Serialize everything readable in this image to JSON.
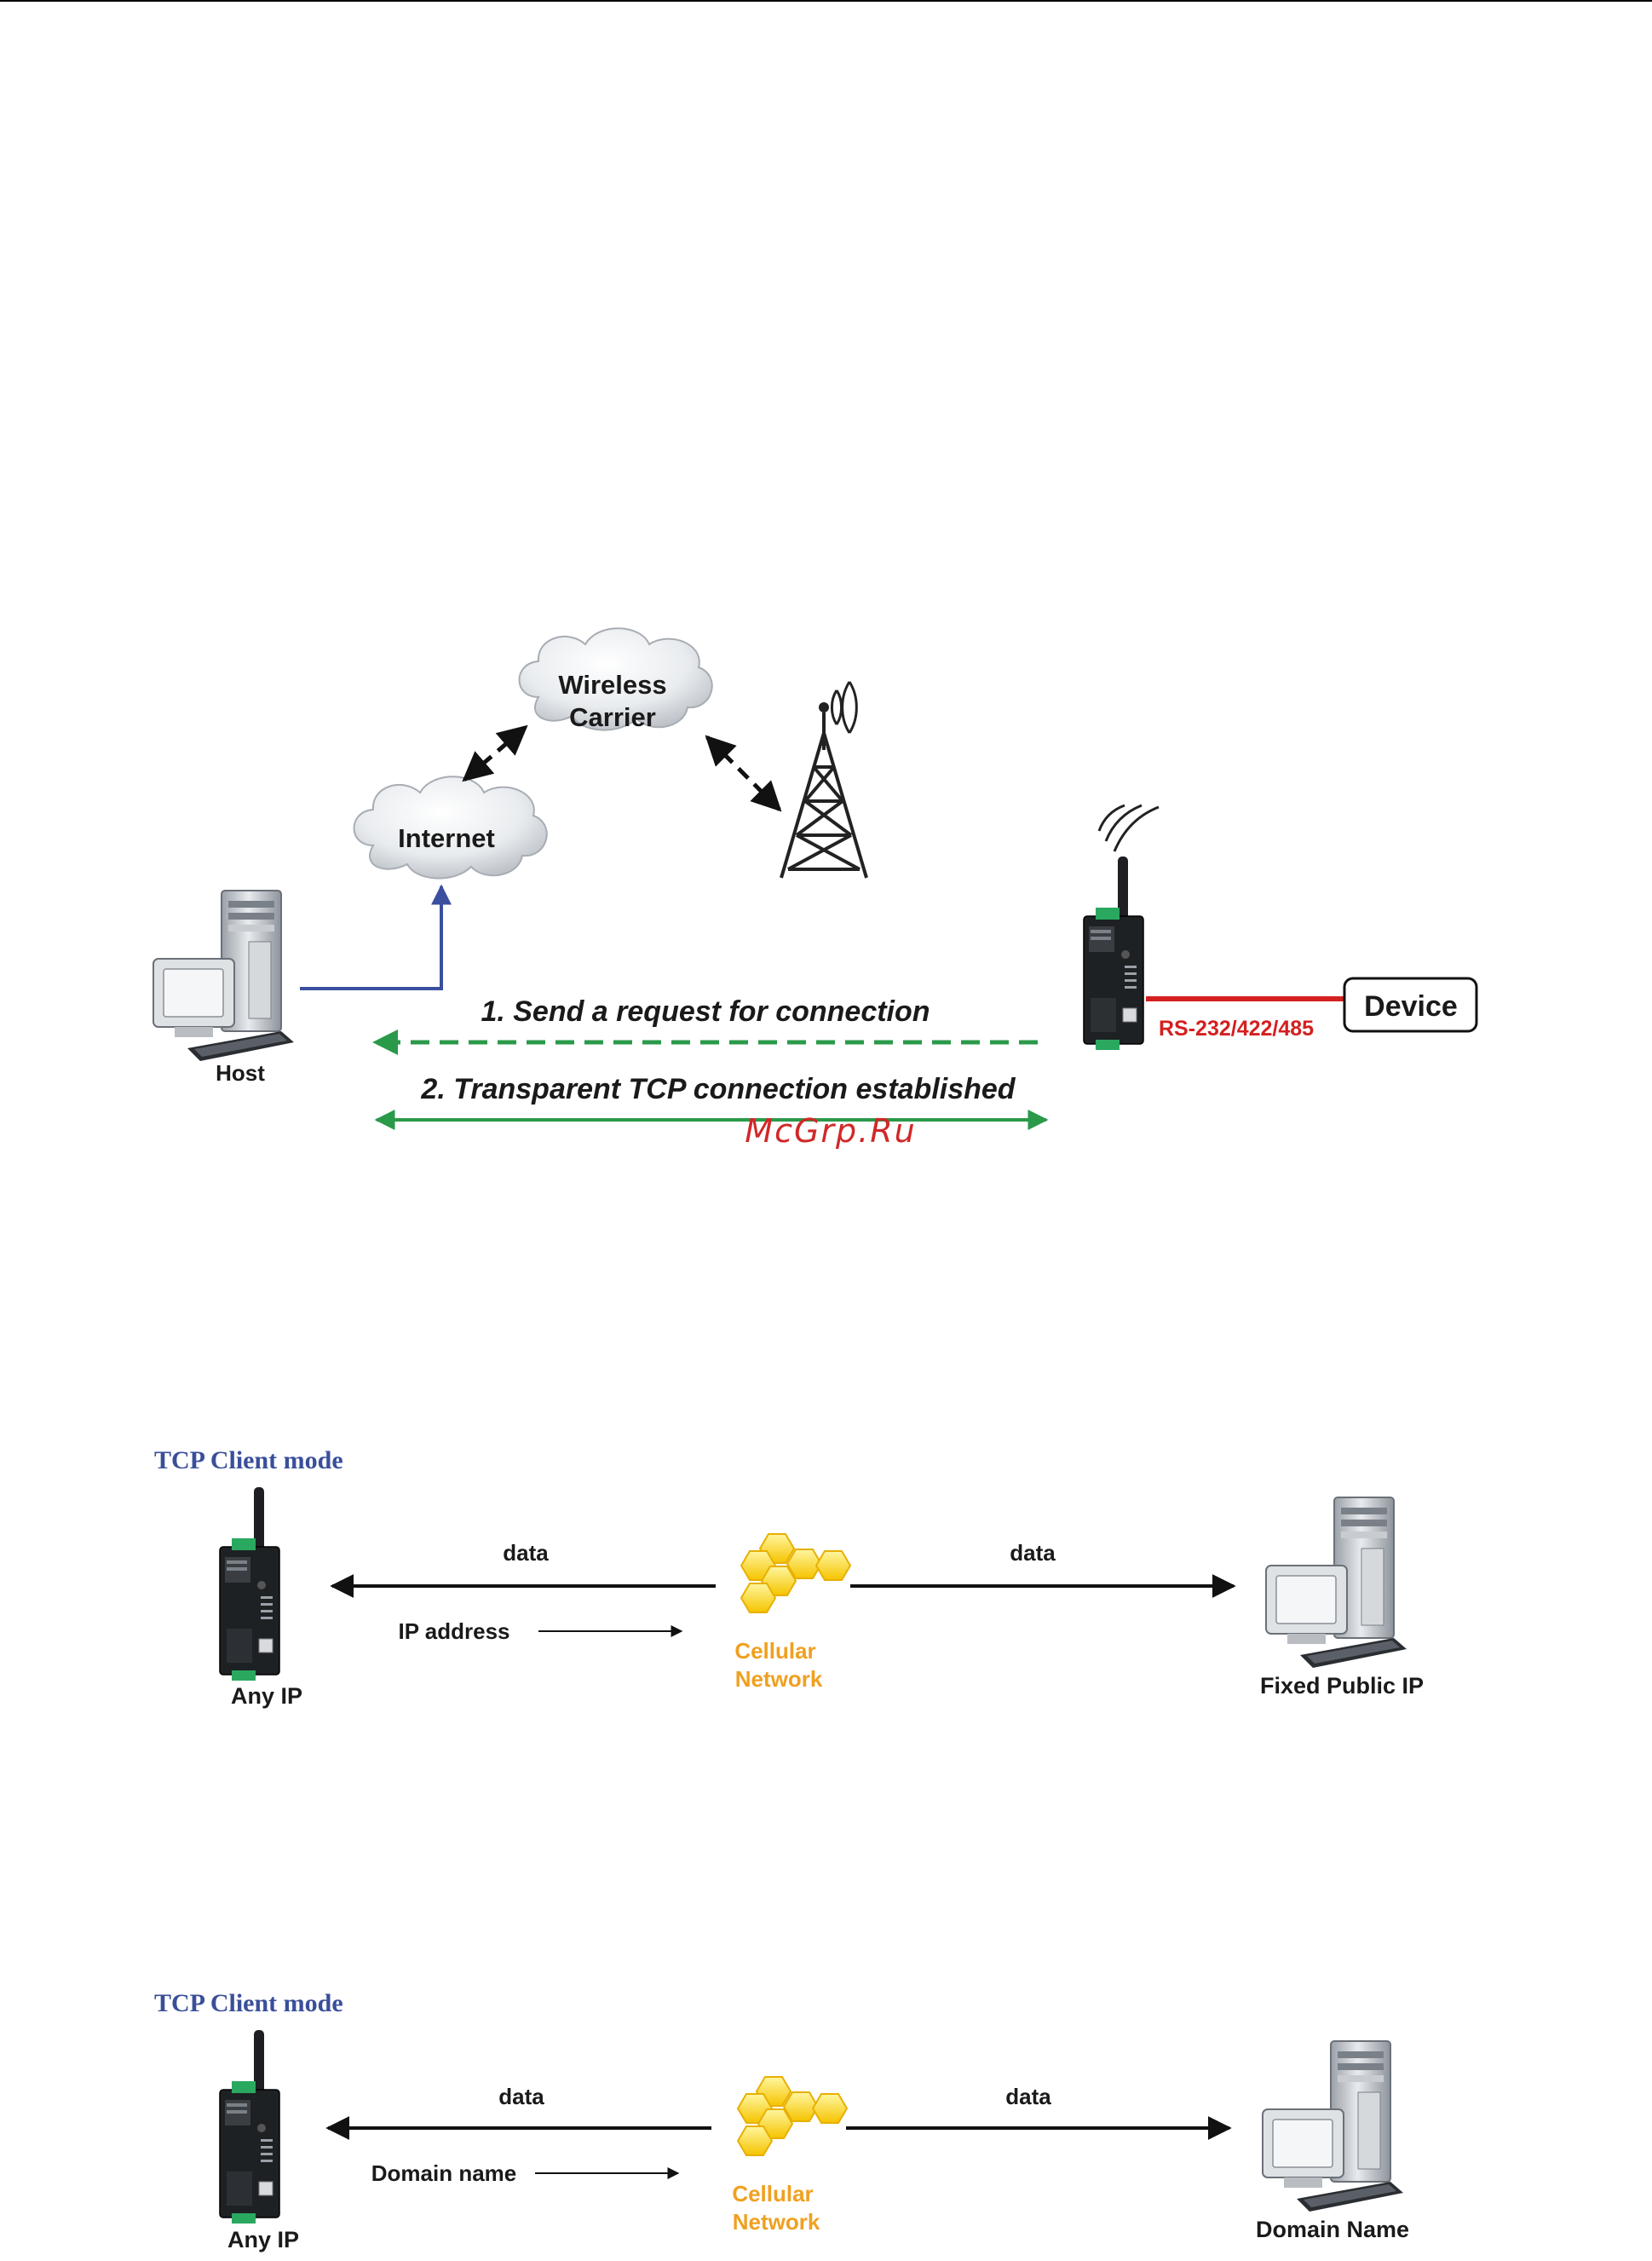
{
  "diagram1": {
    "clouds": {
      "wireless_carrier_line1": "Wireless",
      "wireless_carrier_line2": "Carrier",
      "internet": "Internet"
    },
    "host_label": "Host",
    "device_label": "Device",
    "serial_label": "RS-232/422/485",
    "step1": "1. Send a request for connection",
    "step2": "2. Transparent TCP connection established",
    "watermark": "McGrp.Ru",
    "colors": {
      "host_link": "#3a4fa0",
      "step1_arrow": "#2a9a4a",
      "step2_arrow": "#2a9a4a",
      "serial_line": "#d42020"
    }
  },
  "diagram2": {
    "title": "TCP Client mode",
    "left_label": "Any IP",
    "right_label": "Fixed Public IP",
    "data_left": "data",
    "data_right": "data",
    "small_arrow_label": "IP address",
    "cloud_line1": "Cellular",
    "cloud_line2": "Network"
  },
  "diagram3": {
    "title": "TCP Client mode",
    "left_label": "Any IP",
    "right_label": "Domain Name",
    "data_left": "data",
    "data_right": "data",
    "small_arrow_label": "Domain name",
    "cloud_line1": "Cellular",
    "cloud_line2": "Network"
  },
  "icons": [
    "cloud-icon",
    "cell-tower-icon",
    "host-computer-icon",
    "cellular-gateway-icon",
    "signal-waves-icon",
    "honeycomb-icon"
  ]
}
